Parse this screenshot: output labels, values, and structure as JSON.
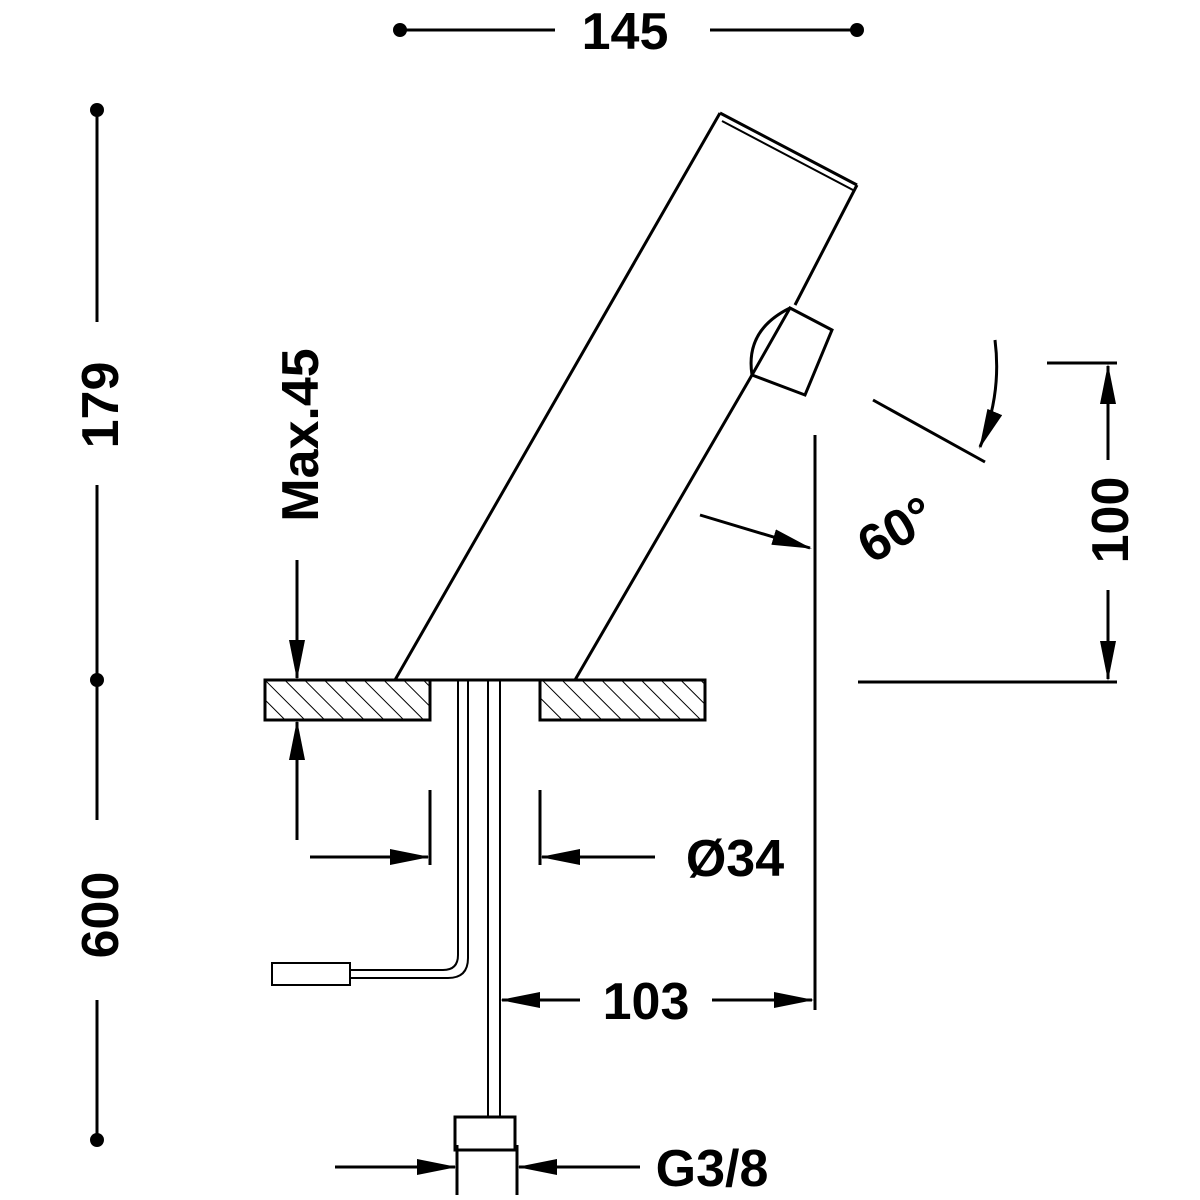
{
  "title": "Faucet technical drawing",
  "dimensions": {
    "overall_width": "145",
    "overall_height": "179",
    "pipe_length": "600",
    "max_counter_thickness": "Max.45",
    "hole_diameter": "Ø34",
    "spout_reach": "103",
    "spout_height": "100",
    "angle": "60°",
    "connection": "G3/8"
  },
  "colors": {
    "line": "#000000",
    "background": "#ffffff"
  }
}
